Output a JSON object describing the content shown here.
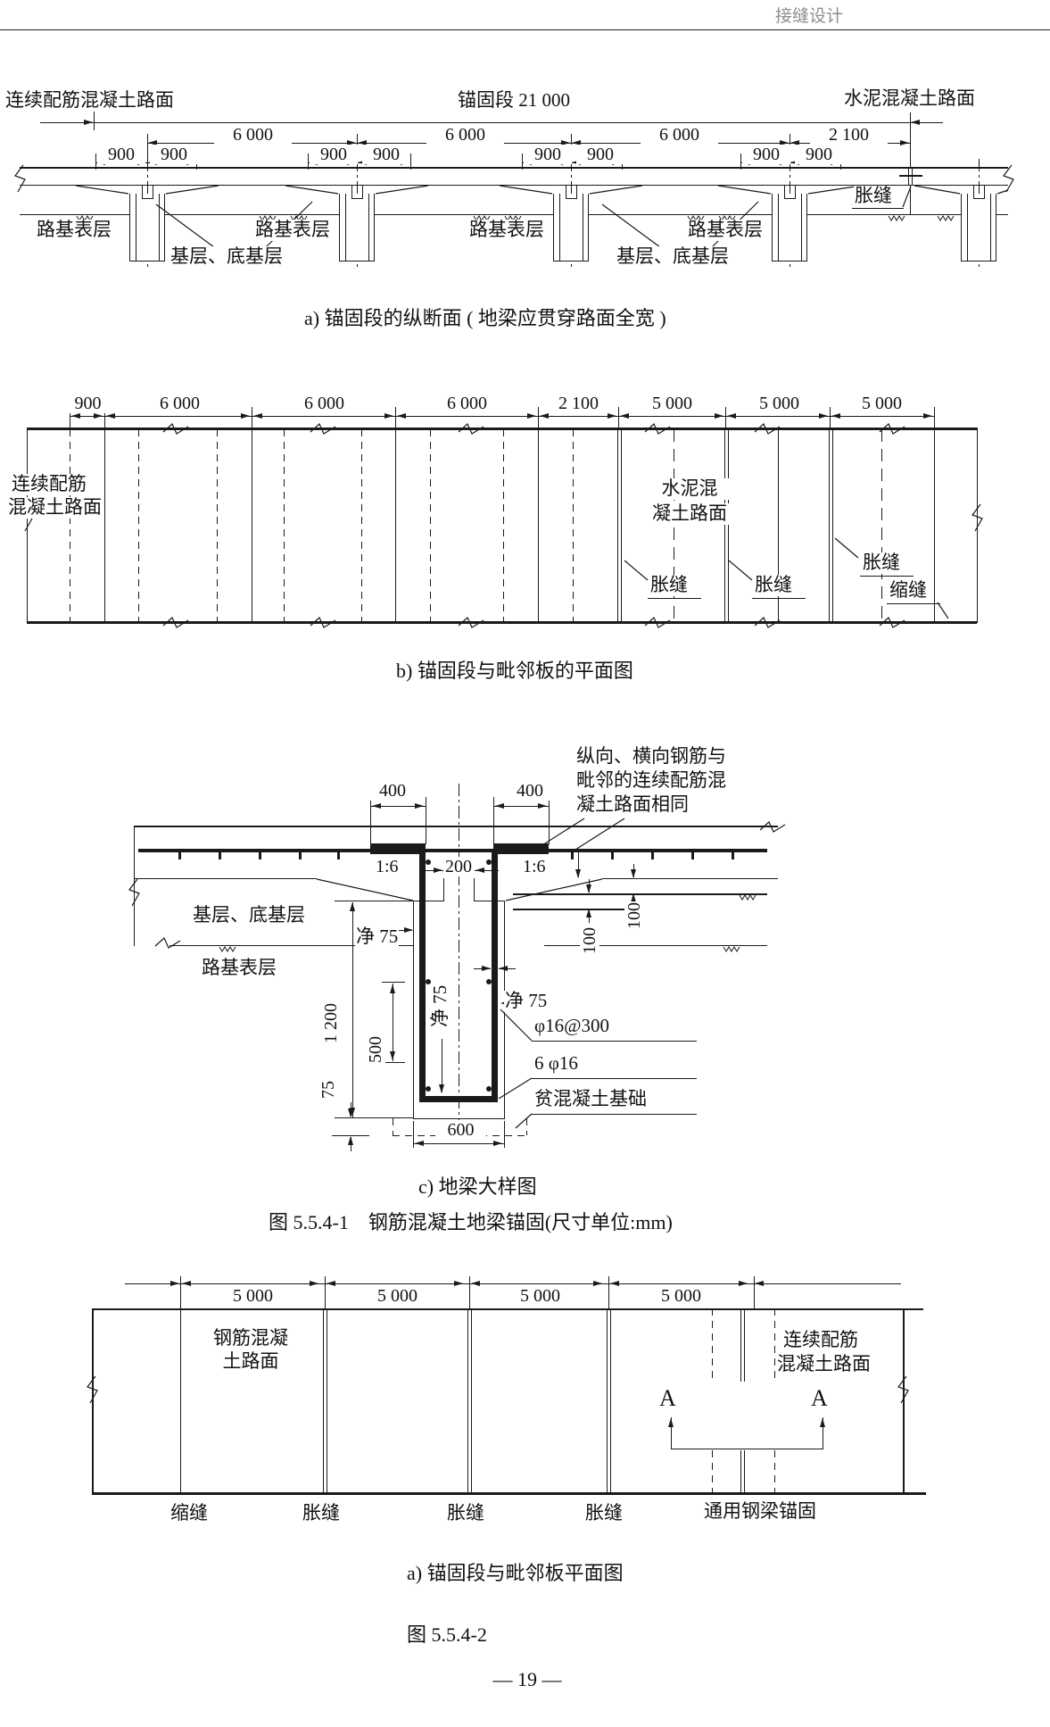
{
  "header": {
    "title": "接缝设计"
  },
  "f1a": {
    "crcp": "连续配筋混凝土路面",
    "anchor": "锚固段 21 000",
    "pcc": "水泥混凝土路面",
    "d6000": "6 000",
    "d2100": "2 100",
    "d900": "900",
    "joint_exp": "胀缝",
    "subgrade": "路基表层",
    "base": "基层、底基层",
    "caption": "a) 锚固段的纵断面 ( 地梁应贯穿路面全宽 )"
  },
  "f1b": {
    "d900": "900",
    "d6000": "6 000",
    "d2100": "2 100",
    "d5000": "5 000",
    "crcp_l1": "连续配筋",
    "crcp_l2": "混凝土路面",
    "pcc_l1": "水泥混",
    "pcc_l2": "凝土路面",
    "joint_exp": "胀缝",
    "joint_con": "缩缝",
    "caption": "b) 锚固段与毗邻板的平面图"
  },
  "f1c": {
    "note_l1": "纵向、横向钢筋与",
    "note_l2": "毗邻的连续配筋混",
    "note_l3": "凝土路面相同",
    "d400": "400",
    "slope": "1:6",
    "d200": "200",
    "base": "基层、底基层",
    "clear75": "净 75",
    "d100": "100",
    "subgrade": "路基表层",
    "d1200": "1 200",
    "d500": "500",
    "d75": "75",
    "rebar": "φ16@300",
    "bars": "6 φ16",
    "lean": "贫混凝土基础",
    "d600": "600",
    "caption": "c) 地梁大样图"
  },
  "f1cap": "图 5.5.4-1　钢筋混凝土地梁锚固(尺寸单位:mm)",
  "f2": {
    "d5000": "5 000",
    "jrcp_l1": "钢筋混凝",
    "jrcp_l2": "土路面",
    "crcp_l1": "连续配筋",
    "crcp_l2": "混凝土路面",
    "sec": "A",
    "joint_con": "缩缝",
    "joint_exp": "胀缝",
    "anchor": "通用钢梁锚固",
    "caption": "a) 锚固段与毗邻板平面图",
    "figno": "图   5.5.4-2"
  },
  "page": {
    "number": "— 19 —"
  }
}
